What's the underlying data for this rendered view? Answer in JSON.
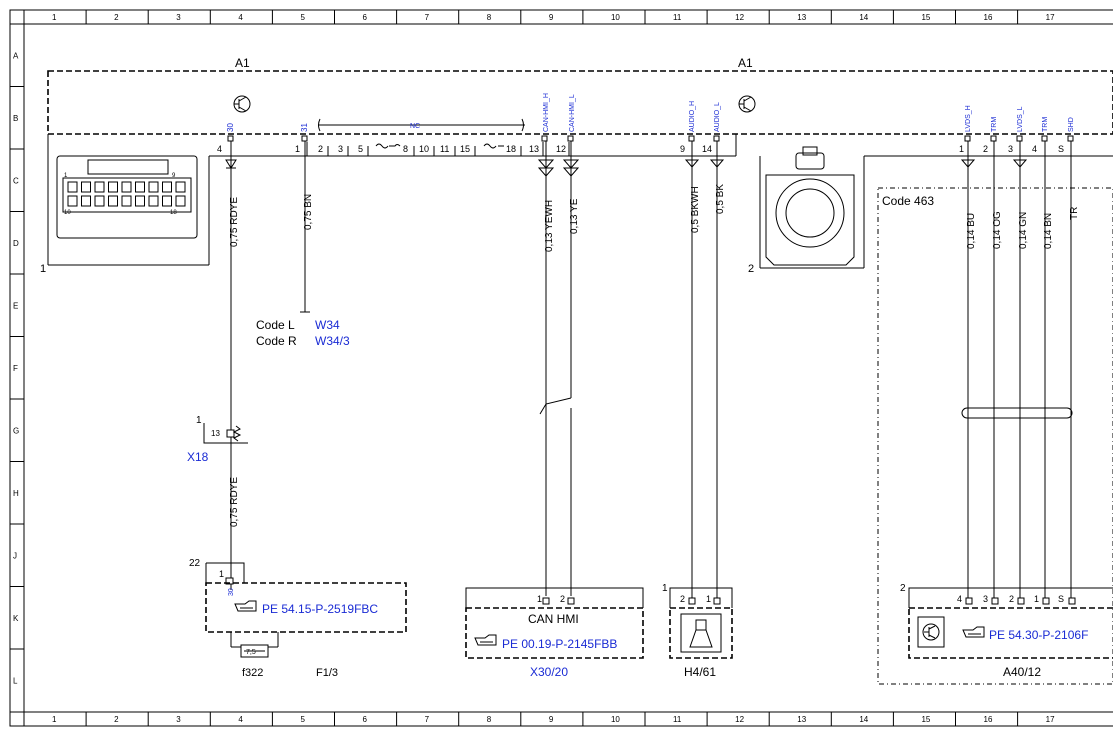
{
  "grid": {
    "columns": [
      "1",
      "2",
      "3",
      "4",
      "5",
      "6",
      "7",
      "8",
      "9",
      "10",
      "11",
      "12",
      "13",
      "14",
      "15",
      "16",
      "17"
    ],
    "rows": [
      "A",
      "B",
      "C",
      "D",
      "E",
      "F",
      "G",
      "H",
      "J",
      "K",
      "L"
    ]
  },
  "module": {
    "label_left": "A1",
    "label_right": "A1",
    "code_block": "Code 463",
    "nc_label": "NC"
  },
  "pins_top": [
    "30",
    "31",
    "CAN-HMI_H",
    "CAN-HMI_L",
    "AUDIO_H",
    "AUDIO_L",
    "LVDS_H",
    "TRM",
    "LVDS_L",
    "TRM",
    "SHD"
  ],
  "pin_numbers": [
    "4",
    "1",
    "2",
    "3",
    "5",
    "8",
    "10",
    "11",
    "15",
    "18",
    "13",
    "12",
    "9",
    "14",
    "1",
    "2",
    "3",
    "4",
    "S"
  ],
  "connector1": {
    "label": "1",
    "pin_tl": "1",
    "pin_tr": "9",
    "pin_bl": "10",
    "pin_br": "18"
  },
  "connector2": {
    "label": "2"
  },
  "wires": [
    "0,75 RDYE",
    "0,75 BN",
    "0,13 YEWH",
    "0,13 YE",
    "0,5 BKWH",
    "0,5 BK",
    "0,14 BU",
    "0,14 OG",
    "0,14 GN",
    "0,14 BN",
    "TR",
    "0,75 RDYE"
  ],
  "codes": {
    "l_key": "Code L",
    "l_val": "W34",
    "r_key": "Code R",
    "r_val": "W34/3"
  },
  "x18": {
    "label": "X18",
    "num": "1",
    "pin": "13"
  },
  "f13": {
    "num": "22",
    "pin": "1",
    "pin_name": "30",
    "ref": "PE 54.15-P-2519FBC",
    "fuse": "7,5",
    "fuse_label": "f322",
    "name": "F1/3"
  },
  "x3020": {
    "pins": [
      "1",
      "2"
    ],
    "title": "CAN HMI",
    "ref": "PE 00.19-P-2145FBB",
    "name": "X30/20"
  },
  "h461": {
    "num": "1",
    "pins": [
      "2",
      "1"
    ],
    "name": "H4/61"
  },
  "a4012": {
    "num": "2",
    "pins": [
      "4",
      "3",
      "2",
      "1",
      "S"
    ],
    "ref": "PE 54.30-P-2106F",
    "name": "A40/12"
  }
}
